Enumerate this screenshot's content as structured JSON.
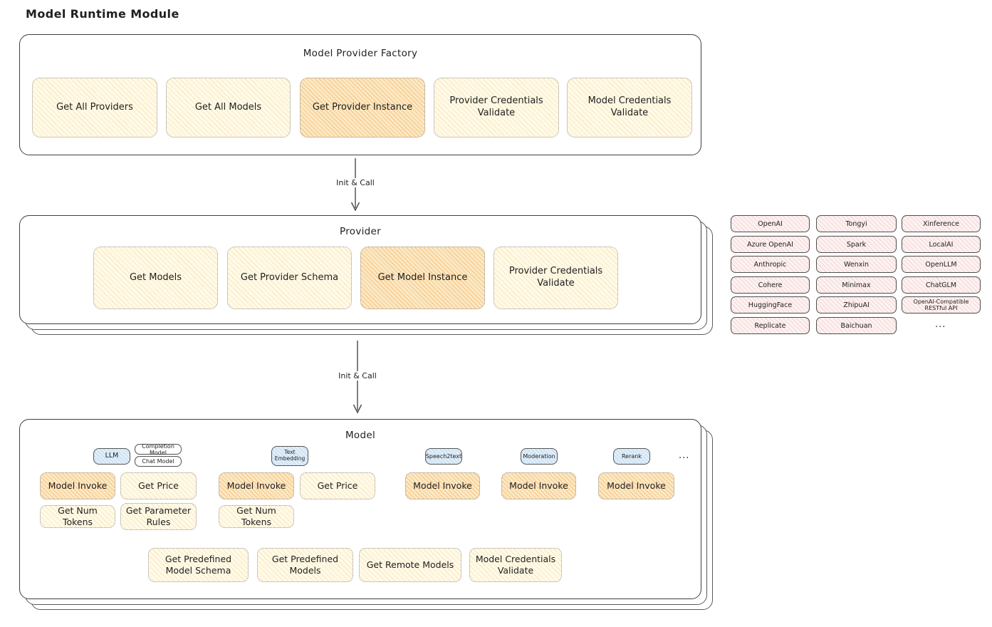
{
  "title": "Model Runtime Module",
  "colors": {
    "button_cream": "#FFFAE8",
    "button_highlight_orange": "#FBE9C6",
    "provider_chip_pink": "#FCF2F1",
    "type_pill_blue": "#E0EEF9",
    "outline": "#3F3F3F"
  },
  "arrows": [
    {
      "label": "Init & Call"
    },
    {
      "label": "Init & Call"
    }
  ],
  "factory": {
    "title": "Model Provider Factory",
    "buttons": [
      {
        "label": "Get All Providers"
      },
      {
        "label": "Get All Models"
      },
      {
        "label": "Get Provider Instance",
        "highlighted": true
      },
      {
        "label": "Provider Credentials Validate"
      },
      {
        "label": "Model Credentials Validate"
      }
    ]
  },
  "provider": {
    "title": "Provider",
    "buttons": [
      {
        "label": "Get Models"
      },
      {
        "label": "Get Provider Schema"
      },
      {
        "label": "Get Model Instance",
        "highlighted": true
      },
      {
        "label": "Provider Credentials Validate"
      }
    ]
  },
  "providers": {
    "columns": [
      [
        "OpenAI",
        "Azure OpenAI",
        "Anthropic",
        "Cohere",
        "HuggingFace",
        "Replicate"
      ],
      [
        "Tongyi",
        "Spark",
        "Wenxin",
        "Minimax",
        "ZhipuAI",
        "Baichuan"
      ],
      [
        "Xinference",
        "LocalAI",
        "OpenLLM",
        "ChatGLM",
        "OpenAI-Compatible RESTful API"
      ]
    ],
    "more": "..."
  },
  "model": {
    "title": "Model",
    "types": {
      "llm": "LLM",
      "completion_model": "Completion Model",
      "chat_model": "Chat Model",
      "text_embedding": "Text Embedding",
      "speech2text": "Speech2text",
      "moderation": "Moderation",
      "rerank": "Rerank"
    },
    "more": "...",
    "llm_ops": {
      "invoke": "Model Invoke",
      "get_price": "Get Price",
      "get_num_tokens": "Get Num Tokens",
      "get_parameter_rules": "Get Parameter Rules"
    },
    "embedding_ops": {
      "invoke": "Model Invoke",
      "get_price": "Get Price",
      "get_num_tokens": "Get Num Tokens"
    },
    "speech2text_ops": {
      "invoke": "Model Invoke"
    },
    "moderation_ops": {
      "invoke": "Model Invoke"
    },
    "rerank_ops": {
      "invoke": "Model Invoke"
    },
    "common_ops": [
      "Get Predefined Model Schema",
      "Get Predefined Models",
      "Get Remote Models",
      "Model Credentials Validate"
    ]
  }
}
